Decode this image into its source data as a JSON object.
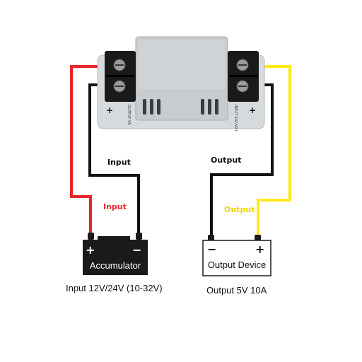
{
  "wire_labels": {
    "input_black": "Input",
    "input_red": "Input",
    "output_black": "Output",
    "output_yellow": "Output"
  },
  "accumulator": {
    "label": "Accumulator",
    "plus": "+",
    "minus": "−"
  },
  "output_device": {
    "label": "Output Device",
    "plus": "+",
    "minus": "−"
  },
  "captions": {
    "input": "Input 12V/24V (10-32V)",
    "output": "Output 5V 10A"
  },
  "module": {
    "left_plus": "+",
    "right_plus": "+",
    "left_side_text": "OUTPUT\nV5",
    "right_side_text": "INPUT\nV42/V21"
  },
  "colors": {
    "wire_red": "#e8262a",
    "wire_black": "#111111",
    "wire_yellow": "#ffe81a",
    "label_red": "#e8262a",
    "label_yellow": "#f4d400",
    "module_body": "#c9ccce",
    "terminal_block": "#1a1a1a"
  }
}
